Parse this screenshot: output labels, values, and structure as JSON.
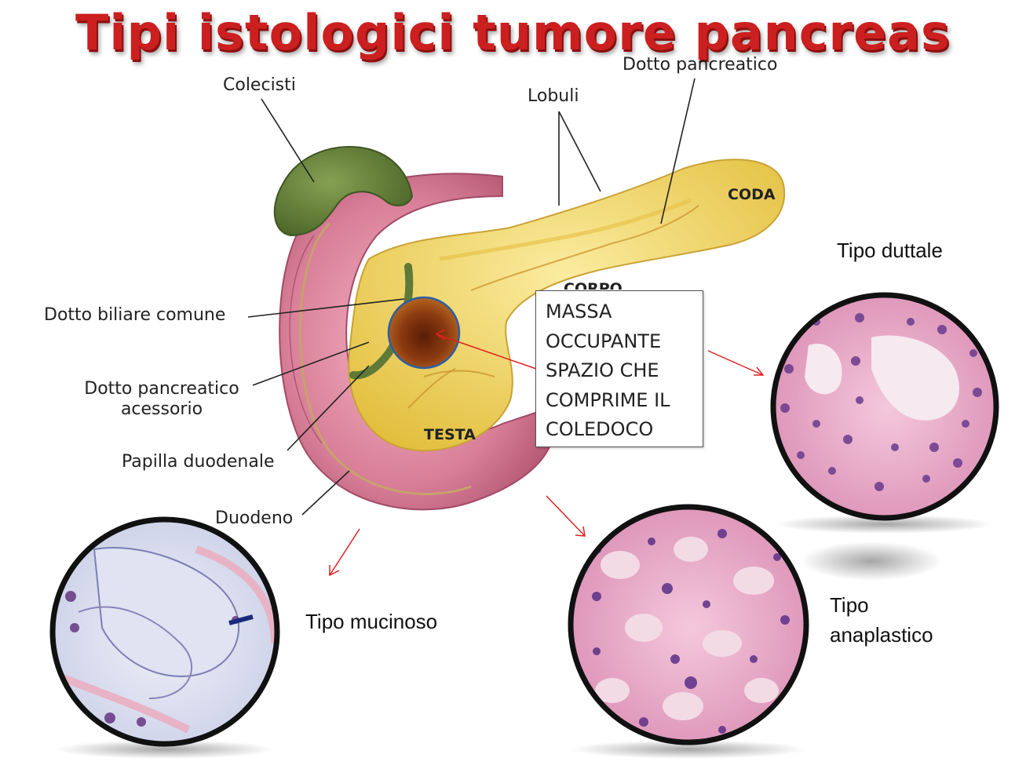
{
  "title": "Tipi istologici tumore pancreas",
  "anatomy_labels": {
    "colecisti": "Colecisti",
    "lobuli": "Lobuli",
    "dotto_pancreatico": "Dotto pancreatico",
    "dotto_biliare_comune": "Dotto biliare comune",
    "dotto_pancreatico_accessorio_line1": "Dotto pancreatico",
    "dotto_pancreatico_accessorio_line2": "acessorio",
    "papilla_duodenale": "Papilla duodenale",
    "duodeno": "Duodeno",
    "coda": "CODA",
    "corpo": "CORPO",
    "testa": "TESTA"
  },
  "callout_lines": [
    "MASSA",
    "OCCUPANTE",
    "SPAZIO CHE",
    "COMPRIME IL",
    "COLEDOCO"
  ],
  "histology": {
    "duttale": "Tipo duttale",
    "mucinoso": "Tipo mucinoso",
    "anaplastico_line1": "Tipo",
    "anaplastico_line2": "anaplastico"
  },
  "colors": {
    "title": "#cc1f1f",
    "arrow": "#e02020",
    "tumor": "#7a2a05",
    "tumor_ring": "#2a5fa8",
    "pancreas": "#f0d25a",
    "duodenum": "#d77f9a",
    "gallbladder": "#5e7a36",
    "histology_pink": "#e7a9c6",
    "histology_border": "#111111"
  }
}
